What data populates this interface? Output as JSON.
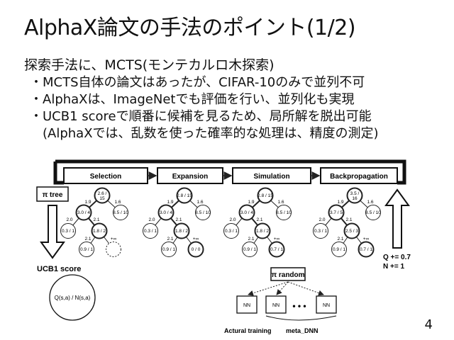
{
  "slide": {
    "title": "AlphaX論文の手法のポイント(1/2)",
    "lead": "探索手法に、MCTS(モンテカルロ木探索)",
    "bullets": [
      "・MCTS自体の論文はあったが、CIFAR-10のみで並列不可",
      "・AlphaXは、ImageNetでも評価を行い、並列化も実現",
      "・UCB1 scoreで順番に候補を見るため、局所解を脱出可能",
      "(AlphaXでは、乱数を使った確率的な処理は、精度の測定)"
    ],
    "page_number": "4"
  },
  "figure": {
    "phases": [
      "Selection",
      "Expansion",
      "Simulation",
      "Backpropagation"
    ],
    "pi_tree": "π tree",
    "pi_random": "π random",
    "ucb1_label": "UCB1 score",
    "ucb1_formula": "Q(s,a) / N(s,a)",
    "update_q": "Q += 0.7",
    "update_n": "N += 1",
    "nn_label": "NN",
    "dots": "• • •",
    "actual_training": "Actural training",
    "meta_dnn": "meta_DNN",
    "trees": [
      {
        "root": [
          "2.6 /",
          "15"
        ],
        "l": "3.0 / 4",
        "r": "8.5 / 10",
        "ll": "0.3 / 1",
        "lr": "1.8 / 2",
        "lrl": "0.9 / 1",
        "lrr": "",
        "e_root_l": "1.9",
        "e_root_r": "1.6",
        "e_l_l": "2.0",
        "e_l_r": "2.1",
        "e_lr_l": "2.1",
        "e_lr_r": "+∞"
      },
      {
        "root": [
          "2.8 / 15",
          ""
        ],
        "l": "3.0 / 4",
        "r": "8.5 / 10",
        "ll": "0.3 / 1",
        "lr": "1.8 / 2",
        "lrl": "0.9 / 1",
        "lrr": "0 / 0",
        "e_root_l": "1.9",
        "e_root_r": "1.6",
        "e_l_l": "2.0",
        "e_l_r": "2.1",
        "e_lr_l": "2.1",
        "e_lr_r": "+∞"
      },
      {
        "root": [
          "2.8 / 15",
          ""
        ],
        "l": "3.0 / 4",
        "r": "8.5 / 10",
        "ll": "0.3 / 1",
        "lr": "1.8 / 2",
        "lrl": "0.9 / 1",
        "lrr": "0.7 / 1",
        "e_root_l": "1.9",
        "e_root_r": "1.6",
        "e_l_l": "2.0",
        "e_l_r": "2.1",
        "e_lr_l": "2.1",
        "e_lr_r": "+∞"
      },
      {
        "root": [
          "3.5 /",
          "16"
        ],
        "l": "3.7 / 5",
        "r": "8.5 / 10",
        "ll": "0.3 / 1",
        "lr": "2.5 / 3",
        "lrl": "0.9 / 1",
        "lrr": "0.7 / 1",
        "e_root_l": "1.9",
        "e_root_r": "1.6",
        "e_l_l": "2.0",
        "e_l_r": "2.1",
        "e_lr_l": "2.1",
        "e_lr_r": "+∞"
      }
    ]
  }
}
